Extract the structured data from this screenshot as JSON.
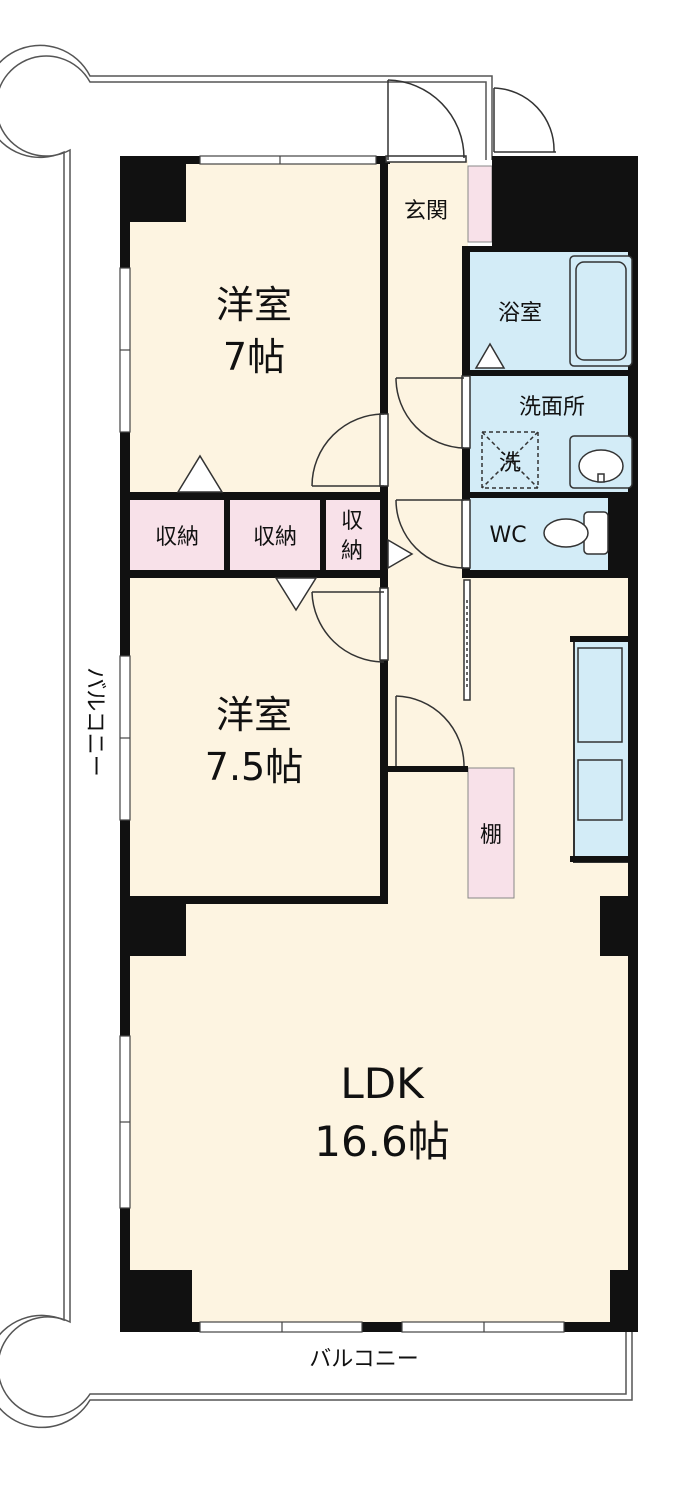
{
  "floorplan": {
    "rooms": {
      "western_room_1": {
        "name": "洋室",
        "size": "7帖"
      },
      "western_room_2": {
        "name": "洋室",
        "size": "7.5帖"
      },
      "ldk": {
        "name": "LDK",
        "size": "16.6帖"
      },
      "entrance": "玄関",
      "bathroom": "浴室",
      "washroom": "洗面所",
      "washer": "洗",
      "toilet": "WC",
      "storage_1": "収納",
      "storage_2": "収納",
      "storage_3_line1": "収",
      "storage_3_line2": "納",
      "shelf": "棚"
    },
    "balcony_side": "バルコニー",
    "balcony_bottom": "バルコニー"
  },
  "colors": {
    "room_floor": "#fdf4e1",
    "wet_area": "#d3ecf7",
    "storage": "#f8e1e9",
    "wall": "#111111"
  }
}
